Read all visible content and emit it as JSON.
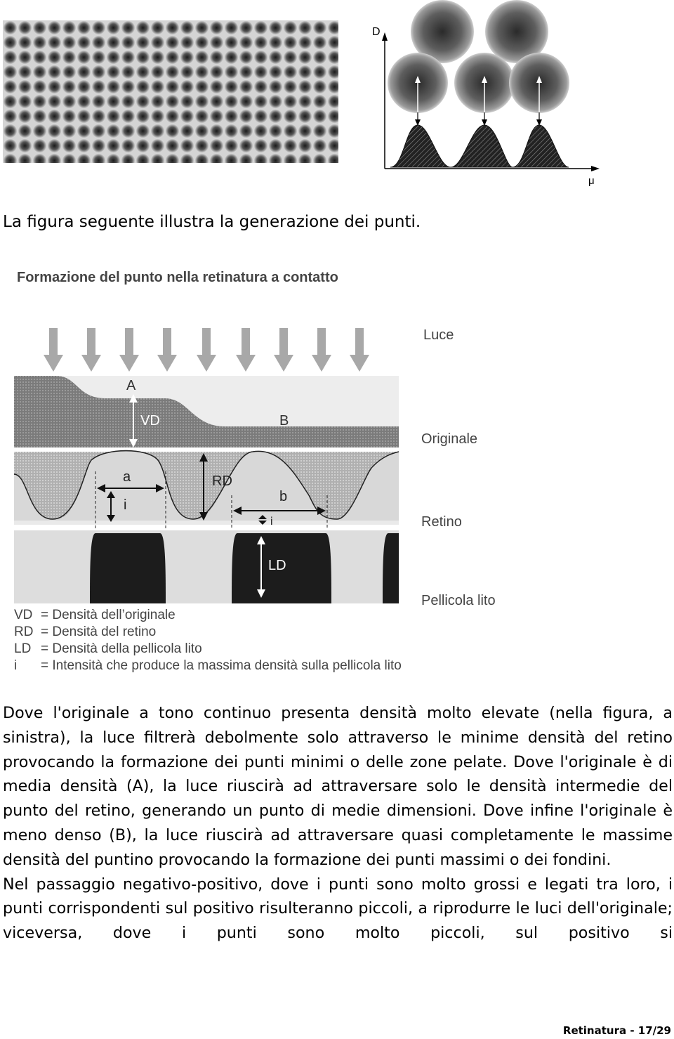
{
  "top_figure": {
    "axis_y_label": "D",
    "axis_x_label": "μ"
  },
  "intro_text": "La figura seguente illustra la generazione dei punti.",
  "main_figure": {
    "title": "Formazione del punto nella retinatura a contatto",
    "label_light": "Luce",
    "label_original": "Originale",
    "label_screen": "Retino",
    "label_film": "Pellicola lito",
    "label_A": "A",
    "label_B": "B",
    "label_VD": "VD",
    "label_RD": "RD",
    "label_LD": "LD",
    "label_a": "a",
    "label_b": "b",
    "label_i": "i",
    "legend": [
      {
        "abbr": "VD",
        "desc": "= Densità dell’originale"
      },
      {
        "abbr": "RD",
        "desc": "= Densità del retino"
      },
      {
        "abbr": "LD",
        "desc": "= Densità della pellicola lito"
      },
      {
        "abbr": "i",
        "desc": "= Intensità che produce la massima densità sulla pellicola lito"
      }
    ]
  },
  "paragraphs": [
    "Dove l'originale a tono continuo presenta densità molto elevate (nella figura, a sinistra), la luce filtrerà debolmente solo attraverso le minime densità del retino provocando la formazione dei punti minimi o delle zone pelate. Dove l'originale è di media densità (A), la luce riuscirà ad attraversare solo le densità intermedie del punto del retino, generando un punto di medie dimensioni. Dove infine l'originale è meno denso (B), la luce riuscirà ad attraversare quasi completamente le massime densità del puntino provocando la formazione dei punti massimi o dei fondini.",
    "Nel passaggio negativo-positivo, dove i punti sono molto grossi e legati tra loro, i punti corrispondenti sul positivo risulteranno piccoli, a riprodurre le luci dell'originale; viceversa, dove i punti sono molto piccoli, sul positivo si"
  ],
  "footer": "Retinatura - 17/29"
}
